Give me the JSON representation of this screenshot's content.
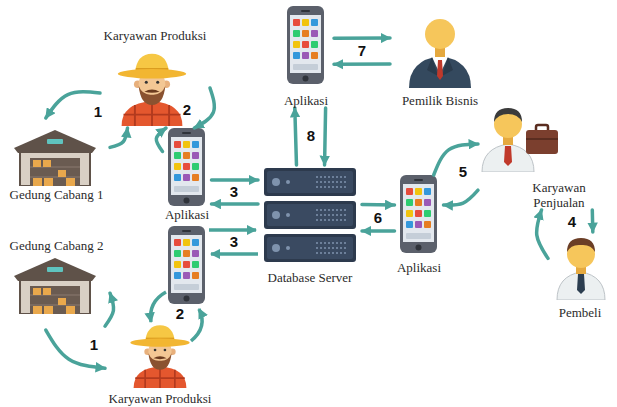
{
  "diagram": {
    "nodes": [
      {
        "text": [
          "Karyawan Produksi"
        ]
      },
      {
        "text": [
          "Aplikasi"
        ]
      },
      {
        "text": [
          "Pemilik Bisnis"
        ]
      },
      {
        "text": [
          "Gedung Cabang 1"
        ]
      },
      {
        "text": [
          "Aplikasi"
        ]
      },
      {
        "text": [
          "Karyawan Penjualan"
        ]
      },
      {
        "text": [
          "Database Server"
        ]
      },
      {
        "text": [
          "Aplikasi"
        ]
      },
      {
        "text": [
          "Pembeli"
        ]
      },
      {
        "text": [
          "Gedung Cabang 2"
        ]
      },
      {
        "text": [
          "Karyawan Produksi"
        ]
      }
    ],
    "edges": [
      {
        "from": 0,
        "to": 3,
        "arrow": "to"
      },
      {
        "from": 3,
        "to": 0,
        "arrow": "to"
      },
      {
        "from": 0,
        "to": 4,
        "arrow": "to"
      },
      {
        "from": 4,
        "to": 0,
        "arrow": "to"
      },
      {
        "from": 4,
        "to": 6,
        "arrow": "to"
      },
      {
        "from": 6,
        "to": 4,
        "arrow": "to"
      },
      {
        "from": 6,
        "to": 1,
        "arrow": "to"
      },
      {
        "from": 1,
        "to": 6,
        "arrow": "to"
      },
      {
        "from": 1,
        "to": 2,
        "arrow": "to"
      },
      {
        "from": 2,
        "to": 1,
        "arrow": "to"
      },
      {
        "from": 6,
        "to": 7,
        "arrow": "to"
      },
      {
        "from": 7,
        "to": 6,
        "arrow": "to"
      },
      {
        "from": 7,
        "to": 5,
        "arrow": "to"
      },
      {
        "from": 5,
        "to": 7,
        "arrow": "to"
      },
      {
        "from": 5,
        "to": 8,
        "arrow": "to"
      },
      {
        "from": 8,
        "to": 5,
        "arrow": "to"
      },
      {
        "from": 9,
        "to": 10,
        "arrow": "to"
      },
      {
        "from": 10,
        "to": 9,
        "arrow": "to"
      }
    ],
    "labels": [
      "7",
      "1",
      "2",
      "8",
      "3",
      "3",
      "5",
      "6",
      "4",
      "1",
      "2"
    ]
  }
}
